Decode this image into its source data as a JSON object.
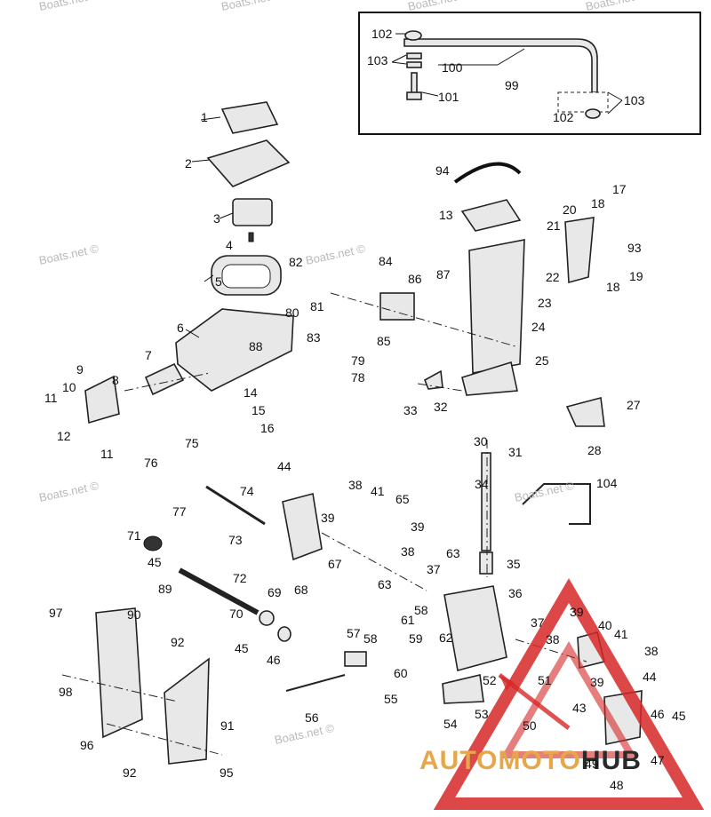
{
  "watermarks": [
    "Boats.net ©",
    "Boats.net ©",
    "Boats.net ©",
    "Boats.net ©",
    "Boats.net ©",
    "Boats.net ©",
    "Boats.net ©",
    "Boats.net ©",
    "Boats.net ©"
  ],
  "brand": {
    "logo_text": "AUTOMOTOHUB",
    "accent_color": "#d62828",
    "text_color": "#e6a64a"
  },
  "callouts": [
    "1",
    "2",
    "3",
    "4",
    "5",
    "6",
    "7",
    "8",
    "9",
    "10",
    "11",
    "12",
    "11",
    "13",
    "14",
    "15",
    "16",
    "17",
    "18",
    "18",
    "19",
    "20",
    "21",
    "22",
    "23",
    "24",
    "25",
    "27",
    "28",
    "30",
    "31",
    "32",
    "33",
    "34",
    "35",
    "36",
    "37",
    "37",
    "38",
    "38",
    "38",
    "38",
    "39",
    "39",
    "39",
    "39",
    "40",
    "41",
    "41",
    "43",
    "44",
    "44",
    "45",
    "45",
    "45",
    "46",
    "46",
    "47",
    "48",
    "49",
    "50",
    "51",
    "52",
    "53",
    "54",
    "55",
    "56",
    "57",
    "58",
    "58",
    "59",
    "60",
    "61",
    "62",
    "63",
    "63",
    "65",
    "67",
    "68",
    "69",
    "70",
    "71",
    "72",
    "73",
    "74",
    "75",
    "76",
    "77",
    "78",
    "79",
    "80",
    "81",
    "82",
    "83",
    "84",
    "85",
    "86",
    "87",
    "88",
    "89",
    "90",
    "91",
    "92",
    "92",
    "93",
    "94",
    "95",
    "96",
    "97",
    "98",
    "99",
    "100",
    "101",
    "102",
    "102",
    "103",
    "103",
    "104"
  ]
}
